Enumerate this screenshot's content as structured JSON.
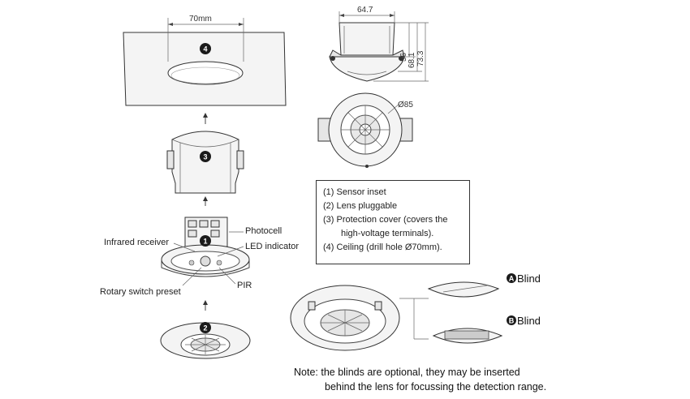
{
  "dimensions": {
    "ceiling_hole_width": "70mm",
    "sensor_width": "64.7",
    "height_1": "56",
    "height_2": "68.1",
    "height_3": "73.3",
    "diameter": "Ø85"
  },
  "part_numbers": {
    "ceiling": "4",
    "cover": "3",
    "inset": "1",
    "lens": "2",
    "blind_a": "A",
    "blind_b": "B"
  },
  "callouts": {
    "photocell": "Photocell",
    "infrared_receiver": "Infrared receiver",
    "led_indicator": "LED indicator",
    "rotary_switch": "Rotary switch preset",
    "pir": "PIR"
  },
  "legend": {
    "item1": "(1) Sensor inset",
    "item2": "(2) Lens pluggable",
    "item3a": "(3) Protection cover (covers the",
    "item3b": "high-voltage terminals).",
    "item4": "(4) Ceiling (drill hole Ø70mm)."
  },
  "blinds": {
    "blind_a_label": "Blind",
    "blind_b_label": "Blind"
  },
  "note": {
    "line1": "Note: the blinds are optional, they may be inserted",
    "line2": "behind the lens for focussing the detection range."
  },
  "colors": {
    "line": "#444444",
    "badge": "#1b1b1b",
    "background": "#ffffff"
  }
}
